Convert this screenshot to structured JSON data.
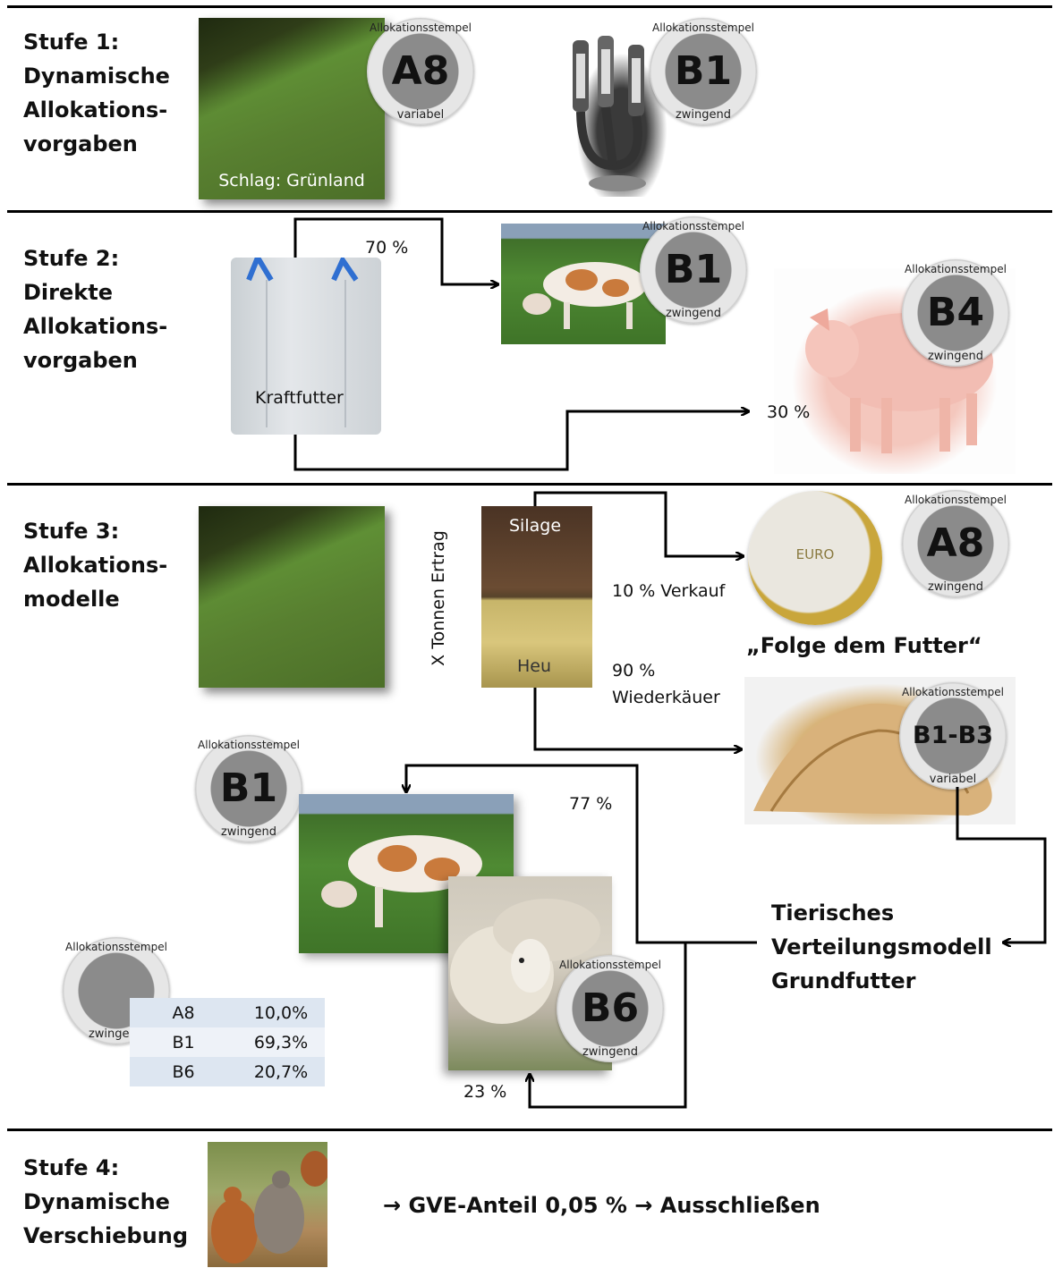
{
  "stages": [
    {
      "id": "stufe1",
      "lines": [
        "Stufe 1:",
        "Dynamische",
        "Allokations-",
        "vorgaben"
      ]
    },
    {
      "id": "stufe2",
      "lines": [
        "Stufe 2:",
        "Direkte",
        "Allokations-",
        "vorgaben"
      ]
    },
    {
      "id": "stufe3",
      "lines": [
        "Stufe 3:",
        "Allokations-",
        "modelle"
      ]
    },
    {
      "id": "stufe4",
      "lines": [
        "Stufe 4:",
        "Dynamische",
        "Verschiebung"
      ]
    }
  ],
  "stamp_ring_text": "Allokationsstempel",
  "stamps": {
    "s1_a8": {
      "code": "A8",
      "mode": "variabel"
    },
    "s1_b1": {
      "code": "B1",
      "mode": "zwingend"
    },
    "s2_b1": {
      "code": "B1",
      "mode": "zwingend"
    },
    "s2_b4": {
      "code": "B4",
      "mode": "zwingend"
    },
    "s3_a8": {
      "code": "A8",
      "mode": "zwingend"
    },
    "s3_b1b3": {
      "code": "B1-B3",
      "mode": "variabel"
    },
    "s3_b1": {
      "code": "B1",
      "mode": "zwingend"
    },
    "s3_b6": {
      "code": "B6",
      "mode": "zwingend"
    },
    "s3_blank": {
      "code": "",
      "mode": "zwingend"
    }
  },
  "labels": {
    "schlag": "Schlag: Grünland",
    "kraftfutter": "Kraftfutter",
    "pct70": "70 %",
    "pct30": "30 %",
    "ertrag": "X Tonnen Ertrag",
    "silage": "Silage",
    "heu": "Heu",
    "verkauf": "10 % Verkauf",
    "wiederkaeuer_pct": "90 %",
    "wiederkaeuer": "Wiederkäuer",
    "folge": "„Folge dem Futter“",
    "pct77": "77 %",
    "pct23": "23 %",
    "verteilung": [
      "Tierisches",
      "Verteilungsmodell",
      "Grundfutter"
    ],
    "stufe4_action": "→ GVE-Anteil 0,05 % → Ausschließen",
    "euro": "EURO"
  },
  "allocation_table": [
    {
      "code": "A8",
      "value": "10,0%"
    },
    {
      "code": "B1",
      "value": "69,3%"
    },
    {
      "code": "B6",
      "value": "20,7%"
    }
  ]
}
